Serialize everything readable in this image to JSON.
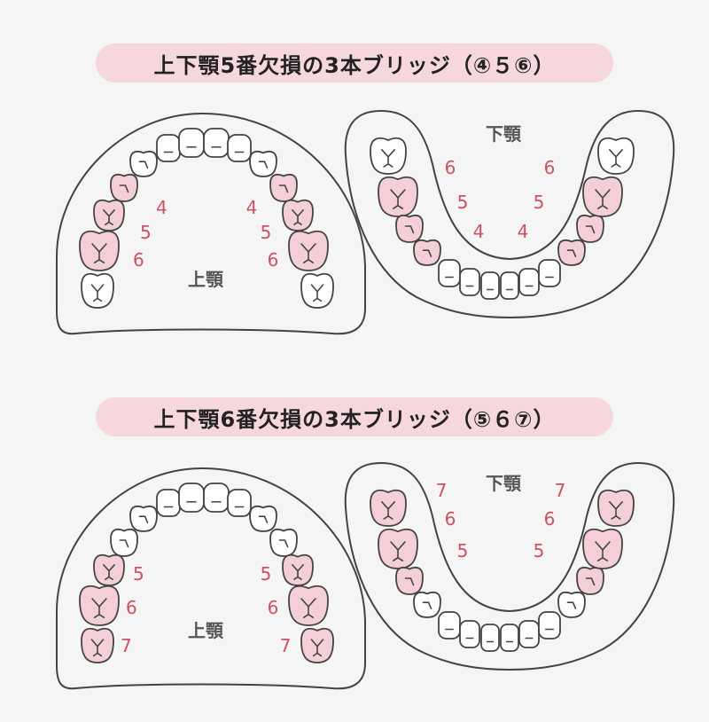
{
  "colors": {
    "background": "#f5f5f5",
    "pill": "#f7d7de",
    "highlight_tooth": "#f5cfd7",
    "number": "#d05060",
    "outline": "#444444",
    "label": "#555555"
  },
  "sections": [
    {
      "title": "上下顎5番欠損の3本ブリッジ（④５⑥）",
      "upper_label": "上顎",
      "lower_label": "下顎",
      "upper_numbers": [
        "4",
        "5",
        "6"
      ],
      "lower_numbers": [
        "6",
        "5",
        "4"
      ]
    },
    {
      "title": "上下顎6番欠損の3本ブリッジ（⑤６⑦）",
      "upper_label": "上顎",
      "lower_label": "下顎",
      "upper_numbers": [
        "5",
        "6",
        "7"
      ],
      "lower_numbers": [
        "7",
        "6",
        "5"
      ]
    }
  ]
}
